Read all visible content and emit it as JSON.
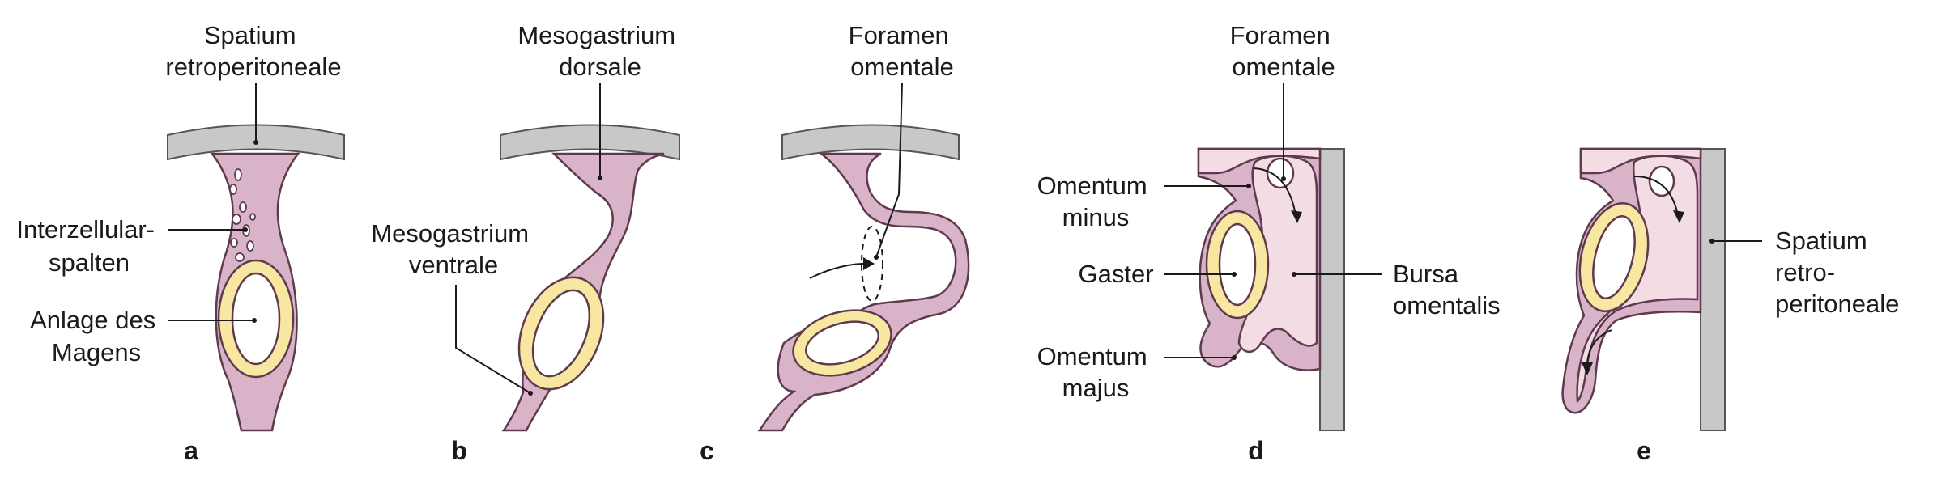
{
  "panels": {
    "a": {
      "letter": "a",
      "label_spatium": [
        "Spatium",
        "retroperitoneale"
      ],
      "label_interzellular": [
        "Interzellular-",
        "spalten"
      ],
      "label_anlage": [
        "Anlage des",
        "Magens"
      ]
    },
    "b": {
      "letter": "b",
      "label_mesogastrium_dorsale": [
        "Mesogastrium",
        "dorsale"
      ],
      "label_mesogastrium_ventrale": [
        "Mesogastrium",
        "ventrale"
      ]
    },
    "c": {
      "letter": "c",
      "label_foramen": [
        "Foramen",
        "omentale"
      ]
    },
    "d": {
      "letter": "d",
      "label_foramen": [
        "Foramen",
        "omentale"
      ],
      "label_omentum_minus": [
        "Omentum",
        "minus"
      ],
      "label_gaster": "Gaster",
      "label_bursa": [
        "Bursa",
        "omentalis"
      ],
      "label_omentum_majus": [
        "Omentum",
        "majus"
      ]
    },
    "e": {
      "letter": "e",
      "label_spatium": [
        "Spatium",
        "retro-",
        "peritoneale"
      ]
    }
  },
  "colors": {
    "wall": "#c8c8c8",
    "mesentery": "#d9b3c8",
    "bursa": "#f3dce4",
    "gaster_wall": "#f8e7a1"
  }
}
